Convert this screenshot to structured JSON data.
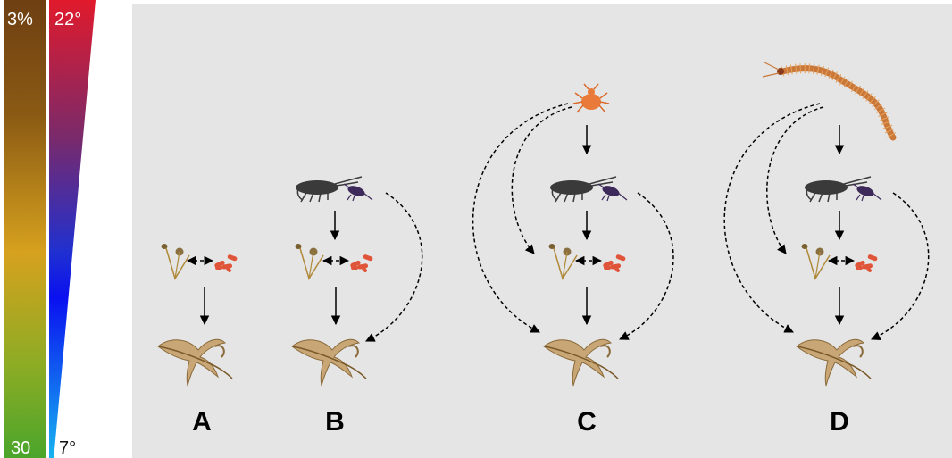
{
  "gradient_bars": {
    "moisture": {
      "top_label": "3%",
      "bottom_label": "30",
      "top_color": "#6e3f12",
      "bottom_color": "#4aa52b"
    },
    "temperature": {
      "top_label": "22°",
      "bottom_label": "7°",
      "top_color": "#e11a2c",
      "bottom_color": "#17b4f0"
    }
  },
  "panels": [
    {
      "letter": "A",
      "organisms": [
        "fungi-icon",
        "bacteria-icon",
        "leaf-litter-icon"
      ]
    },
    {
      "letter": "B",
      "organisms": [
        "springtail-icon",
        "mite-icon",
        "fungi-icon",
        "bacteria-icon",
        "leaf-litter-icon"
      ]
    },
    {
      "letter": "C",
      "organisms": [
        "predatory-mite-icon",
        "springtail-icon",
        "mite-icon",
        "fungi-icon",
        "bacteria-icon",
        "leaf-litter-icon"
      ]
    },
    {
      "letter": "D",
      "organisms": [
        "centipede-icon",
        "springtail-icon",
        "mite-icon",
        "fungi-icon",
        "bacteria-icon",
        "leaf-litter-icon"
      ]
    }
  ],
  "colors": {
    "panel_background": "#e5e5e5",
    "arrow": "#000000",
    "leaf": "#c9a676",
    "bacteria": "#e0553a",
    "mite": "#e97a3a",
    "centipede": "#c9783a",
    "springtail": "#3a3a3a"
  }
}
